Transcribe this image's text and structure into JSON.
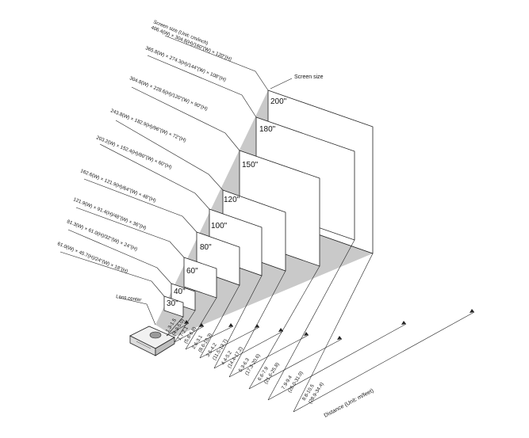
{
  "labels": {
    "screen_size_header": "Screen size (Unit: cm/inch)",
    "screen_size_tag": "Screen size",
    "lens_center": "Lens center",
    "distance_axis": "Distance (Unit: m/feet)"
  },
  "screens": [
    {
      "size": "30\"",
      "dims": "61.0(W) × 45.7(H)/24\"(W) × 18\"(H)",
      "distance": "1.3-1.5",
      "distance_ft": "(4.3-5.0)"
    },
    {
      "size": "40\"",
      "dims": "81.3(W) × 61.0(H)/32\"(W) × 24\"(H)",
      "distance": "1.7-2.1",
      "distance_ft": "(5.8-6.8)"
    },
    {
      "size": "60\"",
      "dims": "121.9(W) × 91.4(H)/48\"(W) × 36\"(H)",
      "distance": "2.6-3.1",
      "distance_ft": "(8.6-10.3)"
    },
    {
      "size": "80\"",
      "dims": "162.6(W) × 121.9(H)/64\"(W) × 48\"(H)",
      "distance": "3.5-4.2",
      "distance_ft": "(11.5-13.7)"
    },
    {
      "size": "100\"",
      "dims": "203.2(W) × 152.4(H)/80\"(W) × 60\"(H)",
      "distance": "4.4-5.2",
      "distance_ft": "(14.4-17.2)"
    },
    {
      "size": "120\"",
      "dims": "243.8(W) × 182.9(H)/96\"(W) × 72\"(H)",
      "distance": "5.3-6.3",
      "distance_ft": "(17.3-20.6)"
    },
    {
      "size": "150\"",
      "dims": "304.8(W) × 228.6(H)/120\"(W) × 90\"(H)",
      "distance": "6.6-7.9",
      "distance_ft": "(21.6-25.8)"
    },
    {
      "size": "180\"",
      "dims": "365.8(W) × 274.3(H)/144\"(W) × 108\"(H)",
      "distance": "7.9-9.4",
      "distance_ft": "(26.0-31.0)"
    },
    {
      "size": "200\"",
      "dims": "406.4(W) × 304.8(H)/160\"(W) × 120\"(H)",
      "distance": "8.8-10.5",
      "distance_ft": "(28.9-34.4)"
    }
  ]
}
